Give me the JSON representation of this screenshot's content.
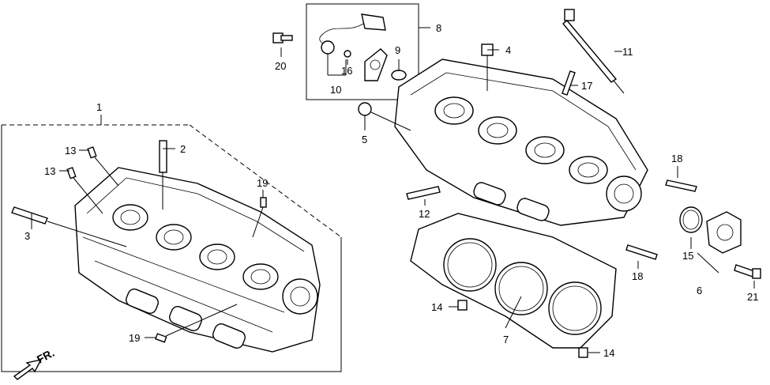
{
  "diagram": {
    "title": "Cylinder head exploded parts diagram",
    "direction_label": "FR.",
    "callouts": {
      "c1": "1",
      "c2": "2",
      "c3": "3",
      "c4": "4",
      "c5": "5",
      "c6": "6",
      "c7": "7",
      "c8": "8",
      "c9": "9",
      "c10": "10",
      "c11": "11",
      "c12": "12",
      "c13a": "13",
      "c13b": "13",
      "c14a": "14",
      "c14b": "14",
      "c15": "15",
      "c16": "16",
      "c17": "17",
      "c18a": "18",
      "c18b": "18",
      "c19a": "19",
      "c19b": "19",
      "c20": "20",
      "c21": "21"
    }
  }
}
